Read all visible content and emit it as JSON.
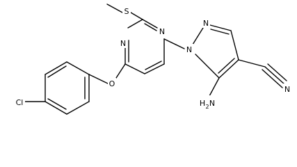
{
  "molecule": {
    "labels": {
      "s": "S",
      "n_pyr_top": "N",
      "n_pyr_left": "N",
      "n_pz_top": "N",
      "n_pz_link": "N",
      "o": "O",
      "cl": "Cl",
      "amine_h": "H",
      "amine_sub": "2",
      "amine_n": "N",
      "nitrile_n": "N"
    }
  }
}
